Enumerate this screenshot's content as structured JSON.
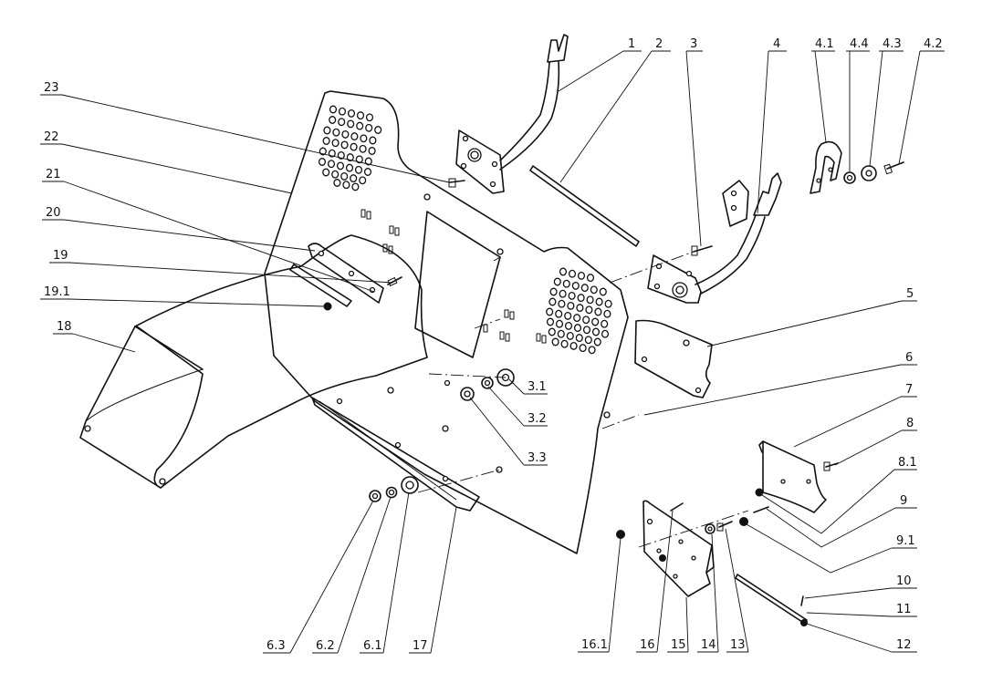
{
  "callouts": [
    {
      "id": "c1",
      "text": "1"
    },
    {
      "id": "c2",
      "text": "2"
    },
    {
      "id": "c3",
      "text": "3"
    },
    {
      "id": "c4",
      "text": "4"
    },
    {
      "id": "c41",
      "text": "4.1"
    },
    {
      "id": "c44",
      "text": "4.4"
    },
    {
      "id": "c43",
      "text": "4.3"
    },
    {
      "id": "c42",
      "text": "4.2"
    },
    {
      "id": "c23",
      "text": "23"
    },
    {
      "id": "c22",
      "text": "22"
    },
    {
      "id": "c21",
      "text": "21"
    },
    {
      "id": "c20",
      "text": "20"
    },
    {
      "id": "c19",
      "text": "19"
    },
    {
      "id": "c191",
      "text": "19.1"
    },
    {
      "id": "c18",
      "text": "18"
    },
    {
      "id": "c5",
      "text": "5"
    },
    {
      "id": "c6",
      "text": "6"
    },
    {
      "id": "c31",
      "text": "3.1"
    },
    {
      "id": "c32",
      "text": "3.2"
    },
    {
      "id": "c33",
      "text": "3.3"
    },
    {
      "id": "c7",
      "text": "7"
    },
    {
      "id": "c8",
      "text": "8"
    },
    {
      "id": "c81",
      "text": "8.1"
    },
    {
      "id": "c9",
      "text": "9"
    },
    {
      "id": "c91",
      "text": "9.1"
    },
    {
      "id": "c10",
      "text": "10"
    },
    {
      "id": "c11",
      "text": "11"
    },
    {
      "id": "c12",
      "text": "12"
    },
    {
      "id": "c63",
      "text": "6.3"
    },
    {
      "id": "c62",
      "text": "6.2"
    },
    {
      "id": "c61",
      "text": "6.1"
    },
    {
      "id": "c17",
      "text": "17"
    },
    {
      "id": "c161",
      "text": "16.1"
    },
    {
      "id": "c16",
      "text": "16"
    },
    {
      "id": "c15",
      "text": "15"
    },
    {
      "id": "c14",
      "text": "14"
    },
    {
      "id": "c13",
      "text": "13"
    }
  ]
}
